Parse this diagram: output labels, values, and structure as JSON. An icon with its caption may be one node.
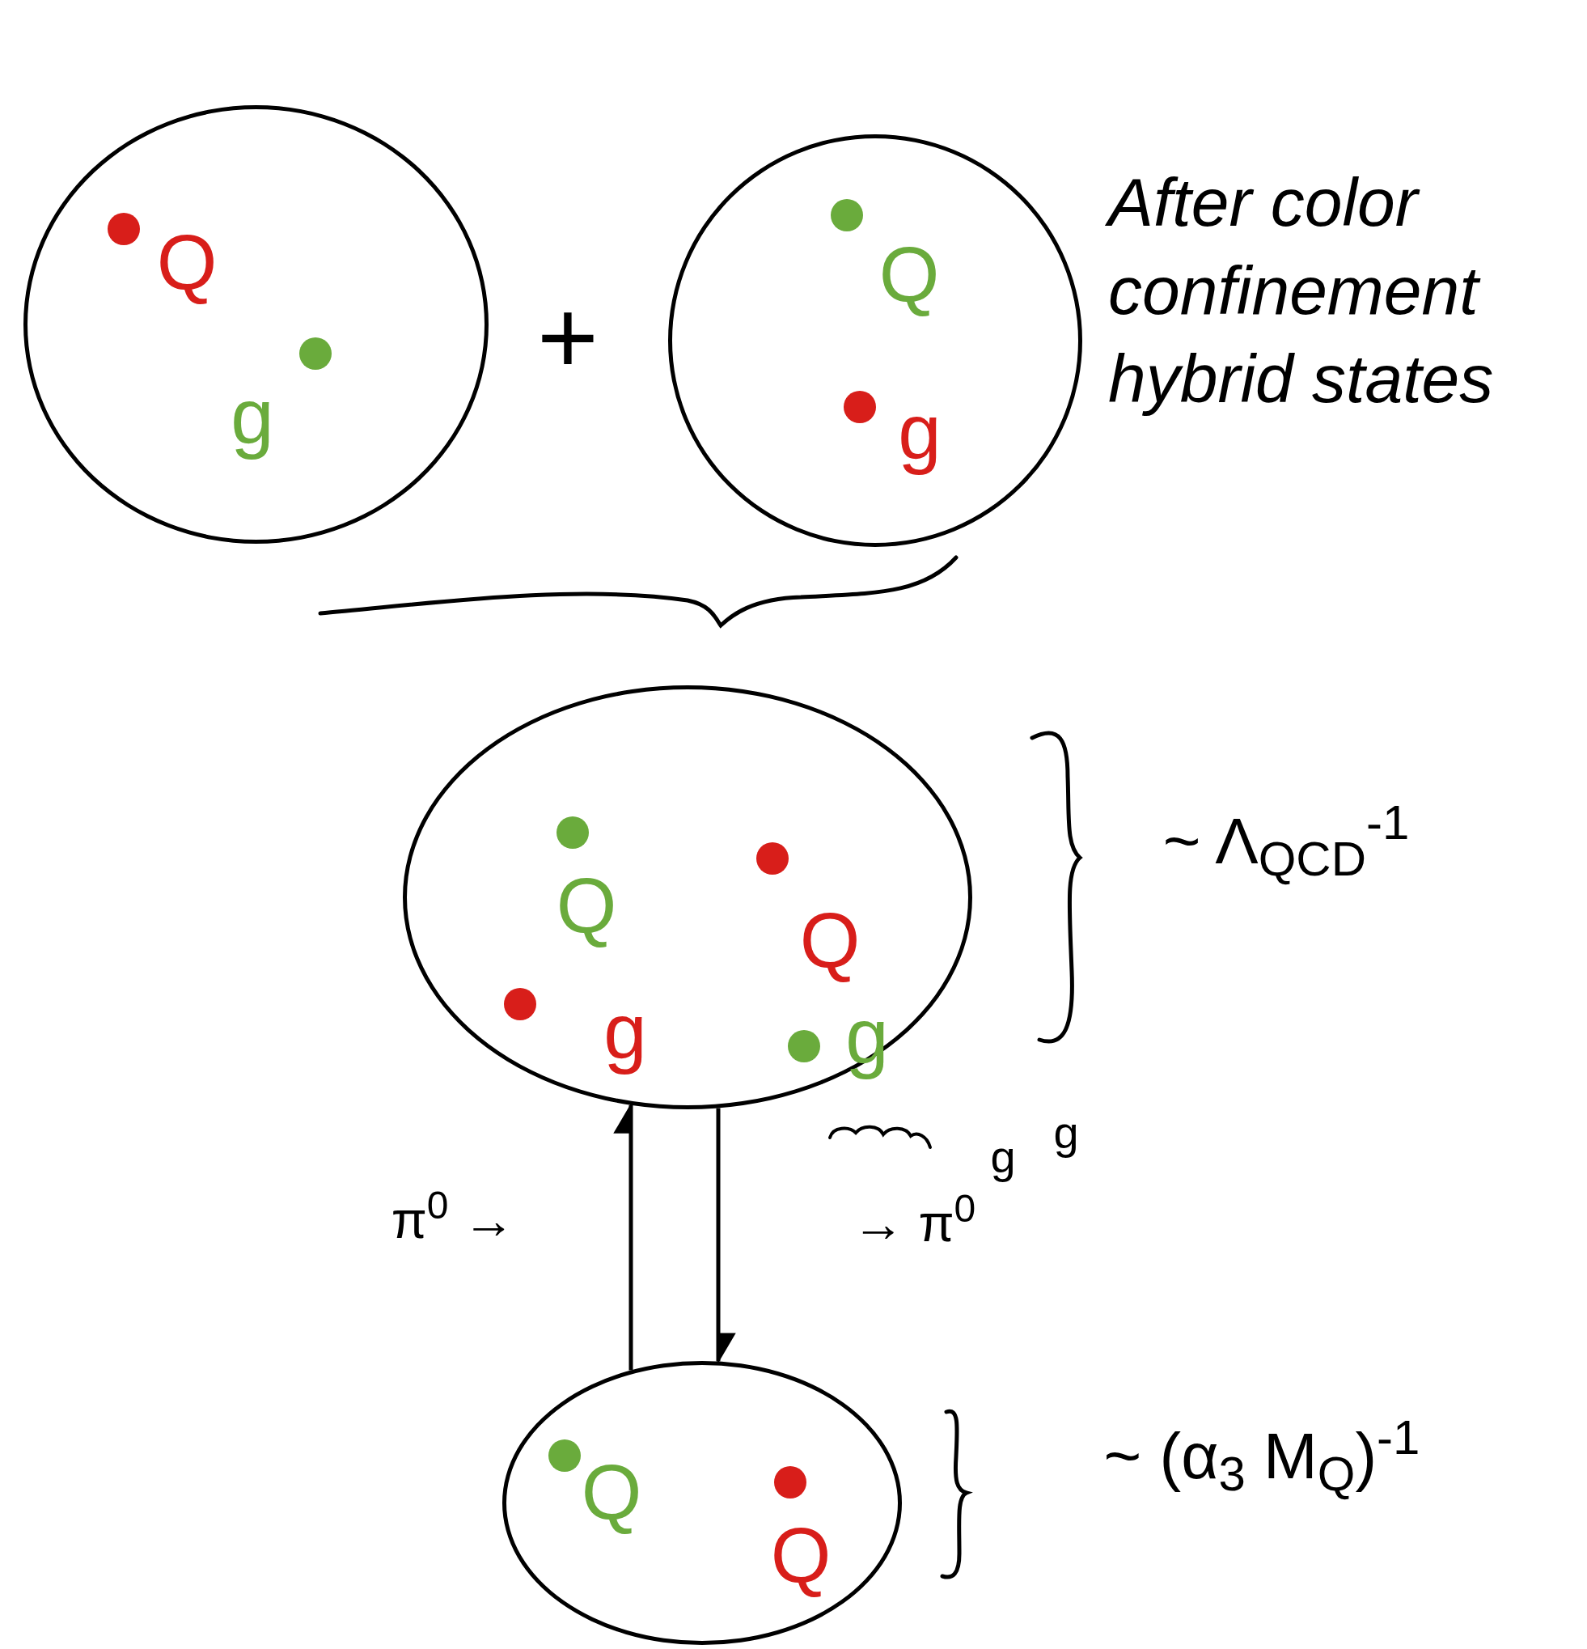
{
  "diagram": {
    "nodes": [
      {
        "text": [
          "Q",
          "g"
        ]
      },
      {
        "text": [
          "Q",
          "g"
        ]
      },
      {
        "text": [
          "Q",
          "Q",
          "g",
          "g"
        ]
      },
      {
        "text": [
          "Q",
          "Q"
        ]
      }
    ],
    "edges": [
      {
        "from": 3,
        "to": 2,
        "arrow": "to",
        "label": "π$^{0}$ →"
      },
      {
        "from": 2,
        "to": 3,
        "arrow": "to",
        "label": "→ π$^{0}$"
      }
    ],
    "labels": [
      "+",
      "After color confinement hybrid states",
      "~ Λ$_{QCD}$$^{-1}$",
      "g",
      "g",
      "~ (α$_{3}$ M$_{Q}$)$^{-1}$"
    ]
  }
}
